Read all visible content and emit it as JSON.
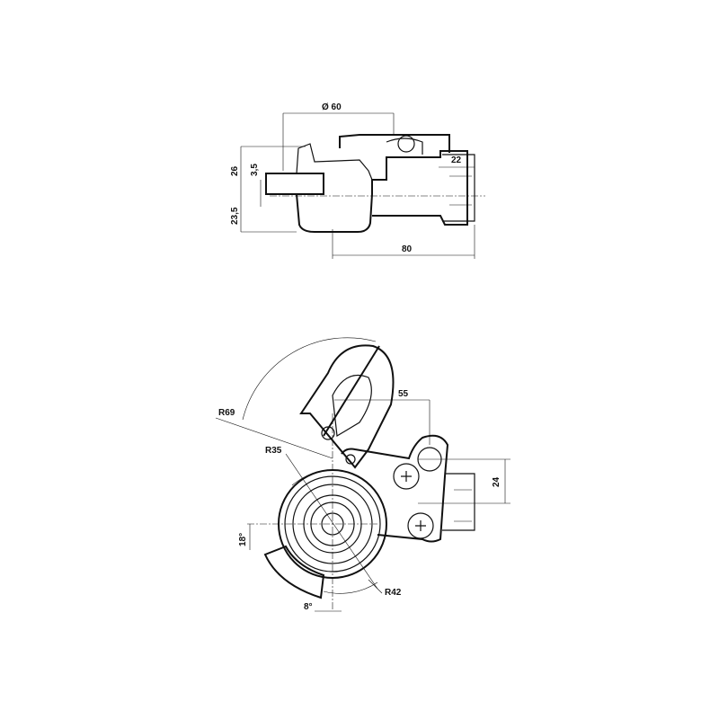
{
  "title": "Trailer coupling head technical drawing",
  "top_view": {
    "dimensions": {
      "diameter": "Ø 60",
      "width_22": "22",
      "height_26": "26",
      "height_3_5": "3,5",
      "height_23_5": "23,5",
      "length_80": "80"
    }
  },
  "bottom_view": {
    "dimensions": {
      "horizontal_55": "55",
      "radius_69": "R69",
      "radius_35": "R35",
      "vertical_24": "24",
      "angle_18": "18°",
      "radius_42": "R42",
      "angle_8": "8°"
    }
  }
}
